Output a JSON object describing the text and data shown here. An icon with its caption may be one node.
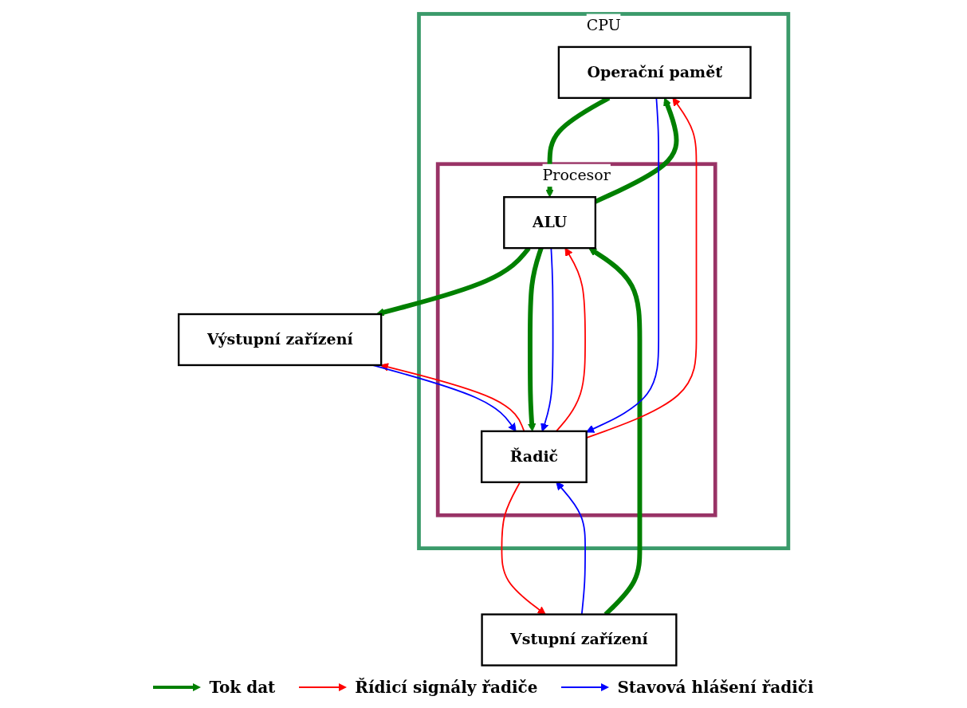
{
  "diagram": {
    "nodes": [
      {
        "text": [
          "CPU"
        ]
      },
      {
        "text": [
          "Operační paměť"
        ],
        "in": 0
      },
      {
        "text": [
          "Procesor"
        ],
        "in": 0
      },
      {
        "text": [
          "ALU"
        ],
        "in": 2
      },
      {
        "text": [
          "Řadič"
        ],
        "in": 2
      },
      {
        "text": [
          "Vstupní zařízení"
        ]
      },
      {
        "text": [
          "Výstupní zařízení"
        ]
      }
    ],
    "edges": [
      {
        "from": 1,
        "to": 3,
        "arrow": "to",
        "style": "thick",
        "color": "#008000"
      },
      {
        "from": 3,
        "to": 1,
        "arrow": "to",
        "style": "thick",
        "color": "#008000"
      },
      {
        "from": 5,
        "to": 3,
        "arrow": "to",
        "style": "thick",
        "color": "#008000"
      },
      {
        "from": 3,
        "to": 6,
        "arrow": "to",
        "style": "thick",
        "color": "#008000"
      },
      {
        "from": 3,
        "to": 4,
        "arrow": "to",
        "style": "thick",
        "color": "#008000"
      },
      {
        "from": 4,
        "to": 3,
        "arrow": "to",
        "color": "#ff0000"
      },
      {
        "from": 3,
        "to": 4,
        "arrow": "to",
        "color": "#0000ff"
      },
      {
        "from": 4,
        "to": 5,
        "arrow": "to",
        "color": "#ff0000"
      },
      {
        "from": 5,
        "to": 4,
        "arrow": "to",
        "color": "#0000ff"
      },
      {
        "from": 4,
        "to": 6,
        "arrow": "to",
        "color": "#ff0000"
      },
      {
        "from": 6,
        "to": 4,
        "arrow": "to",
        "color": "#0000ff"
      },
      {
        "from": 4,
        "to": 1,
        "arrow": "to",
        "color": "#ff0000"
      },
      {
        "from": 1,
        "to": 4,
        "arrow": "to",
        "color": "#0000ff"
      }
    ],
    "legend": [
      {
        "text": "Tok dat"
      },
      {
        "text": "Řídicí signály řadiče"
      },
      {
        "text": "Stavová hlášení řadiči"
      }
    ]
  }
}
